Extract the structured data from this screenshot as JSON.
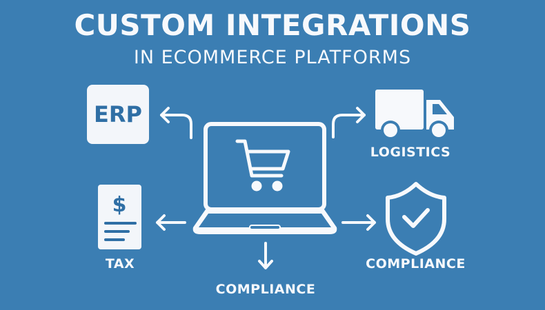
{
  "header": {
    "title": "CUSTOM INTEGRATIONS",
    "subtitle": "IN ECOMMERCE PLATFORMS"
  },
  "colors": {
    "background": "#3b7eb3",
    "foreground": "#f7f9fc",
    "erp_text": "#2f6fa5"
  },
  "center": {
    "icon": "laptop-shopping-cart-icon"
  },
  "nodes": {
    "erp": {
      "label": "ERP",
      "icon": "erp-box-icon"
    },
    "logistics": {
      "label": "LOGISTICS",
      "icon": "truck-icon"
    },
    "tax": {
      "label": "TAX",
      "icon": "tax-document-icon"
    },
    "compliance_right": {
      "label": "COMPLIANCE",
      "icon": "shield-check-icon"
    },
    "compliance_bottom": {
      "label": "COMPLIANCE"
    }
  }
}
